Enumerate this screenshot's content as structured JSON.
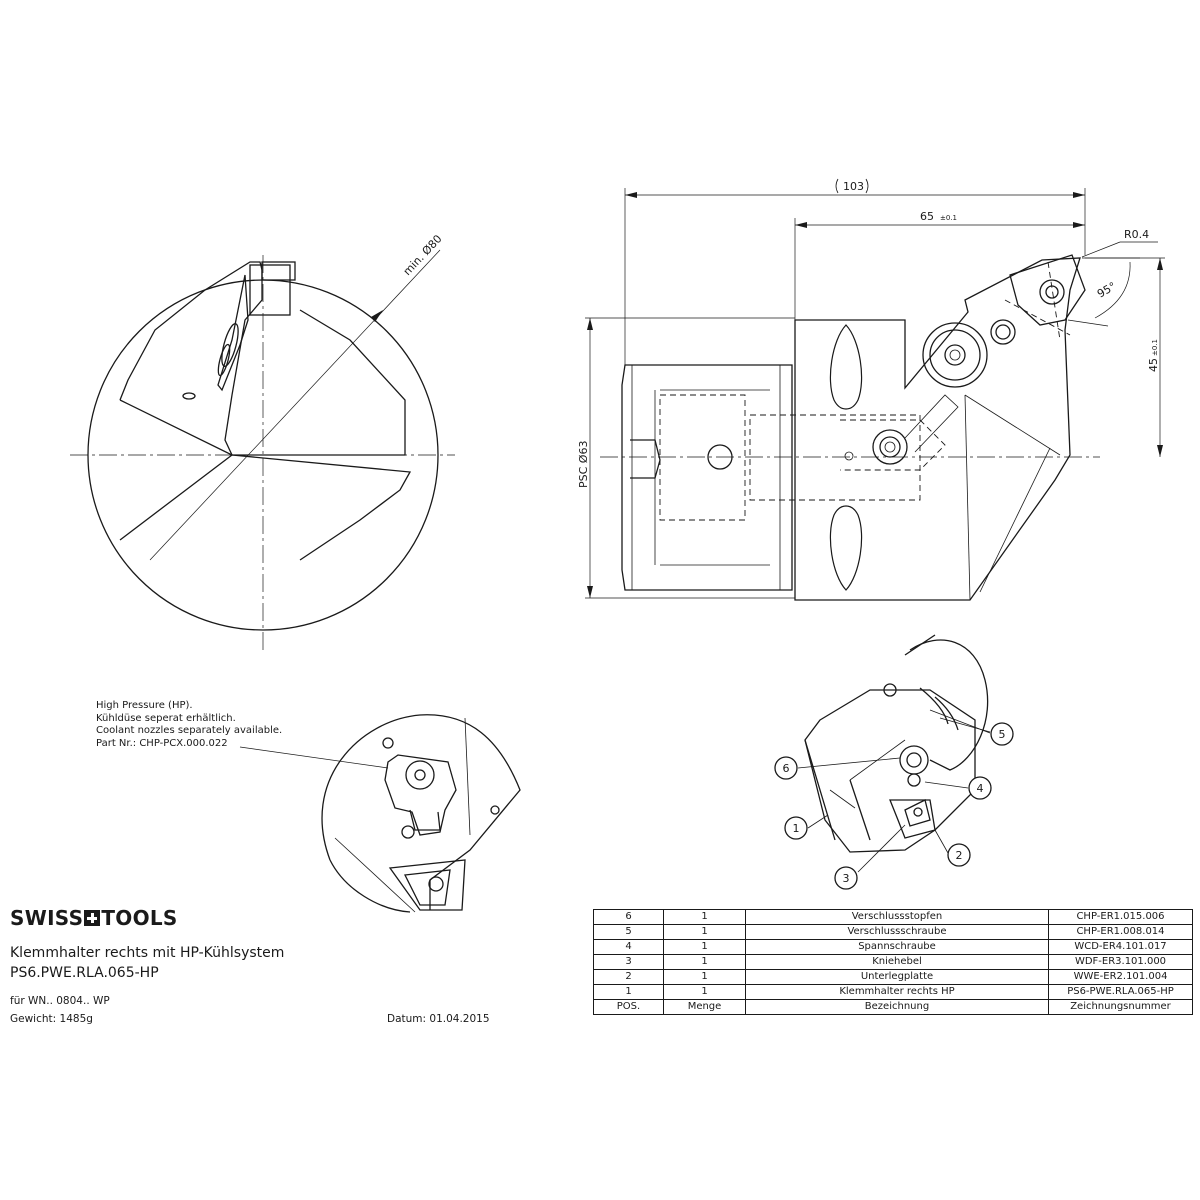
{
  "brand": {
    "part1": "SWISS",
    "part2": "TOOLS"
  },
  "title": {
    "line1": "Klemmhalter rechts mit HP-Kühlsystem",
    "line2": "PS6.PWE.RLA.065-HP"
  },
  "info": {
    "fuer": "für WN.. 0804.. WP",
    "gewicht": "Gewicht: 1485g",
    "datum": "Datum: 01.04.2015"
  },
  "note": {
    "line1": "High Pressure (HP).",
    "line2": "Kühldüse seperat erhältlich.",
    "line3": "Coolant nozzles separately available.",
    "line4": "Part Nr.: CHP-PCX.000.022"
  },
  "dimensions": {
    "overall": "103",
    "length": "65",
    "length_tol": "±0.1",
    "radius": "R0.4",
    "angle": "95°",
    "height": "45",
    "height_tol": "±0.1",
    "psc": "PSC  Ø63",
    "min_dia": "min. Ø80"
  },
  "callouts": [
    "1",
    "2",
    "3",
    "4",
    "5",
    "6"
  ],
  "parts_table": {
    "rows": [
      {
        "pos": "6",
        "menge": "1",
        "bezeichnung": "Verschlussstopfen",
        "nummer": "CHP-ER1.015.006"
      },
      {
        "pos": "5",
        "menge": "1",
        "bezeichnung": "Verschlussschraube",
        "nummer": "CHP-ER1.008.014"
      },
      {
        "pos": "4",
        "menge": "1",
        "bezeichnung": "Spannschraube",
        "nummer": "WCD-ER4.101.017"
      },
      {
        "pos": "3",
        "menge": "1",
        "bezeichnung": "Kniehebel",
        "nummer": "WDF-ER3.101.000"
      },
      {
        "pos": "2",
        "menge": "1",
        "bezeichnung": "Unterlegplatte",
        "nummer": "WWE-ER2.101.004"
      },
      {
        "pos": "1",
        "menge": "1",
        "bezeichnung": "Klemmhalter rechts HP",
        "nummer": "PS6-PWE.RLA.065-HP"
      }
    ],
    "header": {
      "pos": "POS.",
      "menge": "Menge",
      "bezeichnung": "Bezeichnung",
      "nummer": "Zeichnungsnummer"
    }
  }
}
